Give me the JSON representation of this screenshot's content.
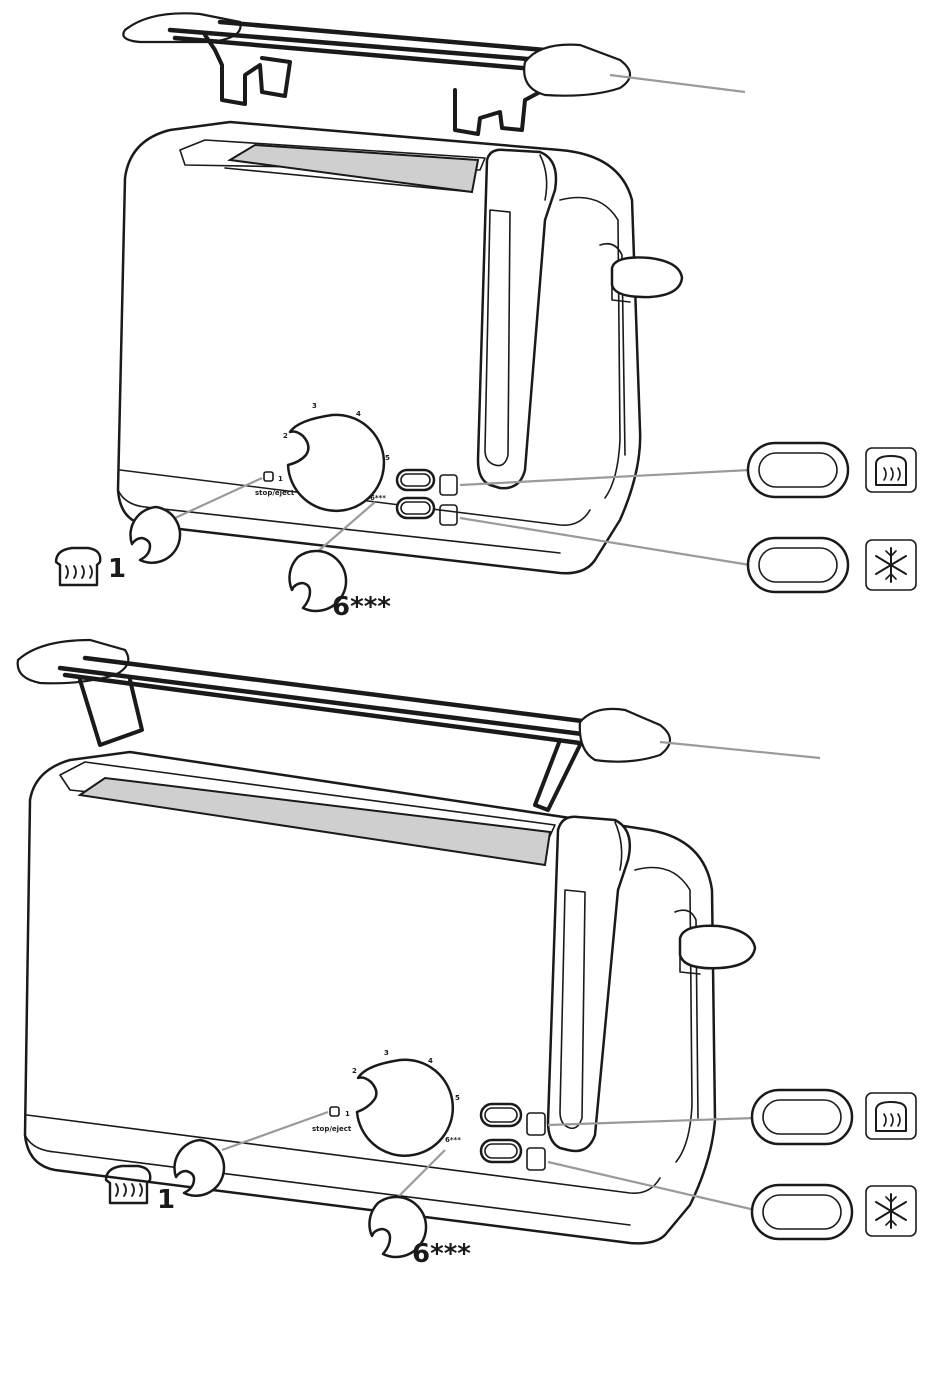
{
  "figure_top": {
    "dial_scale": [
      "2",
      "3",
      "4",
      "5"
    ],
    "dial_min_label": "1",
    "dial_max_label": "6***",
    "stop_eject": "stop/eject",
    "callout_min": "1",
    "callout_max": "6***",
    "icons": [
      "toast-icon",
      "reheat-icon",
      "defrost-icon"
    ]
  },
  "figure_bottom": {
    "dial_scale": [
      "2",
      "3",
      "4",
      "5"
    ],
    "dial_min_label": "1",
    "dial_max_label": "6***",
    "stop_eject": "stop/eject",
    "callout_min": "1",
    "callout_max": "6***",
    "icons": [
      "toast-icon",
      "reheat-icon",
      "defrost-icon"
    ]
  }
}
